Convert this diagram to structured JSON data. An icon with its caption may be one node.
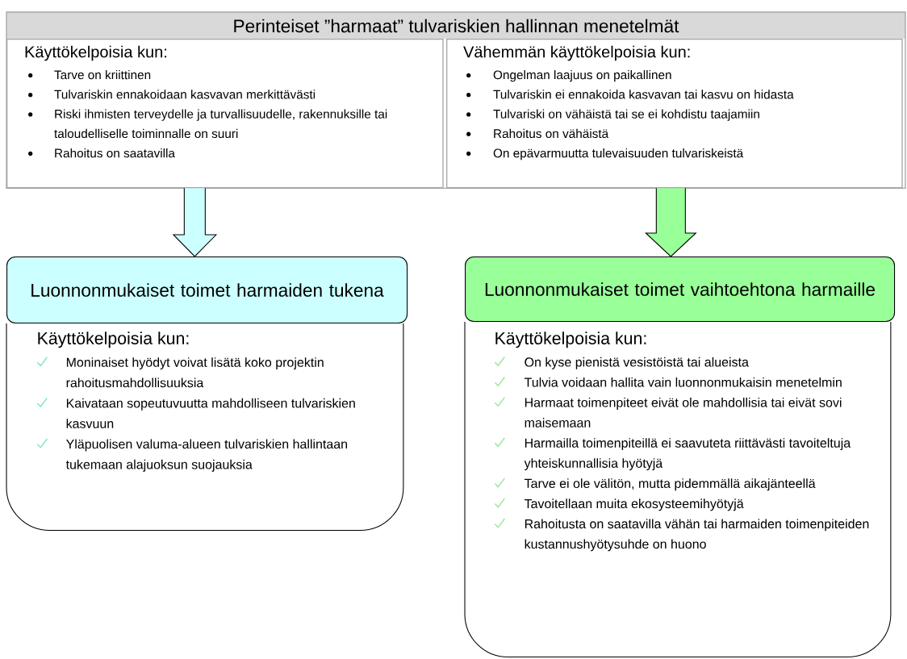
{
  "diagram": {
    "nodes": [
      {
        "text": [
          "Perinteiset ”harmaat” tulvariskien hallinnan menetelmät"
        ]
      },
      {
        "text": [
          "Käyttökelpoisia kun:",
          "Tarve on kriittinen",
          "Tulvariskin ennakoidaan kasvavan merkittävästi",
          "Riski ihmisten terveydelle ja turvallisuudelle, rakennuksille tai taloudelliselle toiminnalle on suuri",
          "Rahoitus on saatavilla"
        ],
        "in": 0
      },
      {
        "text": [
          "Vähemmän käyttökelpoisia kun:",
          "Ongelman laajuus on paikallinen",
          "Tulvariskin ei ennakoida kasvavan tai kasvu on hidasta",
          "Tulvariski on vähäistä tai se ei kohdistu taajamiin",
          "Rahoitus on vähäistä",
          "On epävarmuutta tulevaisuuden tulvariskeistä"
        ],
        "in": 0
      },
      {
        "text": [
          "Luonnonmukaiset toimet harmaiden tukena"
        ]
      },
      {
        "text": [
          "Käyttökelpoisia kun:",
          "Moninaiset hyödyt voivat lisätä koko projektin rahoitusmahdollisuuksia",
          "Kaivataan sopeutuvuutta mahdolliseen tulvariskien kasvuun",
          "Yläpuolisen valuma-alueen tulvariskien hallintaan tukemaan alajuoksun suojauksia"
        ]
      },
      {
        "text": [
          "Luonnonmukaiset toimet vaihtoehtona harmaille"
        ]
      },
      {
        "text": [
          "Käyttökelpoisia kun:",
          "On kyse pienistä vesistöistä tai alueista",
          "Tulvia voidaan hallita vain luonnonmukaisin menetelmin",
          "Harmaat toimenpiteet eivät ole mahdollisia tai eivät sovi maisemaan",
          "Harmailla toimenpiteillä ei saavuteta riittävästi tavoiteltuja yhteiskunnallisia hyötyjä",
          "Tarve ei ole välitön, mutta pidemmällä aikajänteellä",
          "Tavoitellaan muita ekosysteemihyötyjä",
          "Rahoitusta on saatavilla vähän tai harmaiden toimenpiteiden kustannushyötysuhde on huono"
        ]
      }
    ],
    "edges": [
      {
        "from": 1,
        "to": 3,
        "arrow": "to",
        "color": "#ccffff"
      },
      {
        "from": 2,
        "to": 5,
        "arrow": "to",
        "color": "#99ff99"
      }
    ]
  }
}
